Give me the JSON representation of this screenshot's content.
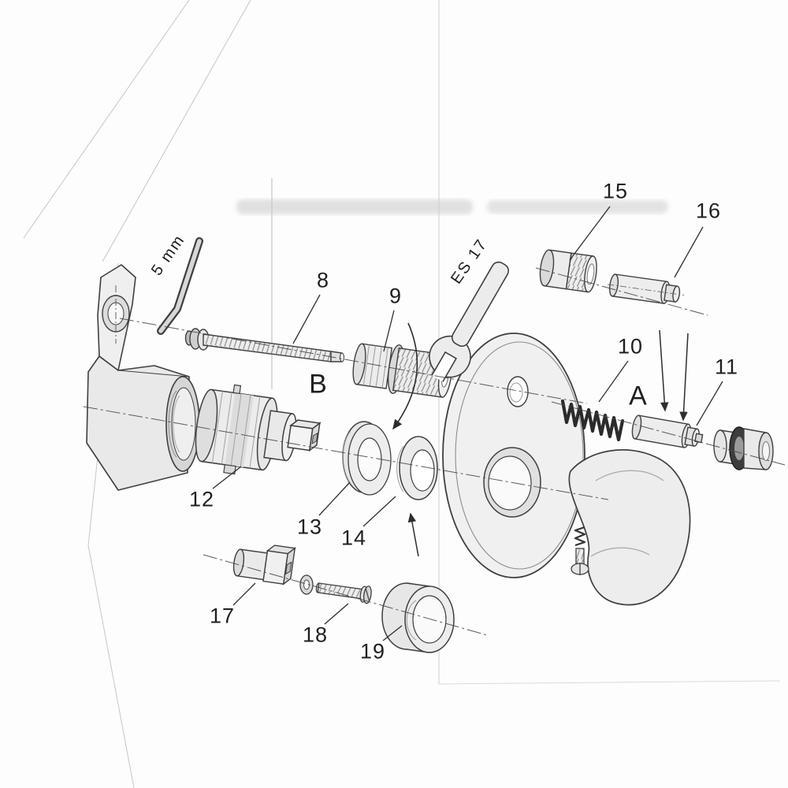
{
  "diagram": {
    "tool_labels": {
      "allen_key": "5 mm",
      "open_end_wrench": "ES 17"
    },
    "assembly_markers": {
      "a": "A",
      "b": "B"
    },
    "part_numbers": {
      "p8": "8",
      "p9": "9",
      "p10": "10",
      "p11": "11",
      "p12": "12",
      "p13": "13",
      "p14": "14",
      "p15": "15",
      "p16": "16",
      "p17": "17",
      "p18": "18",
      "p19": "19"
    }
  }
}
